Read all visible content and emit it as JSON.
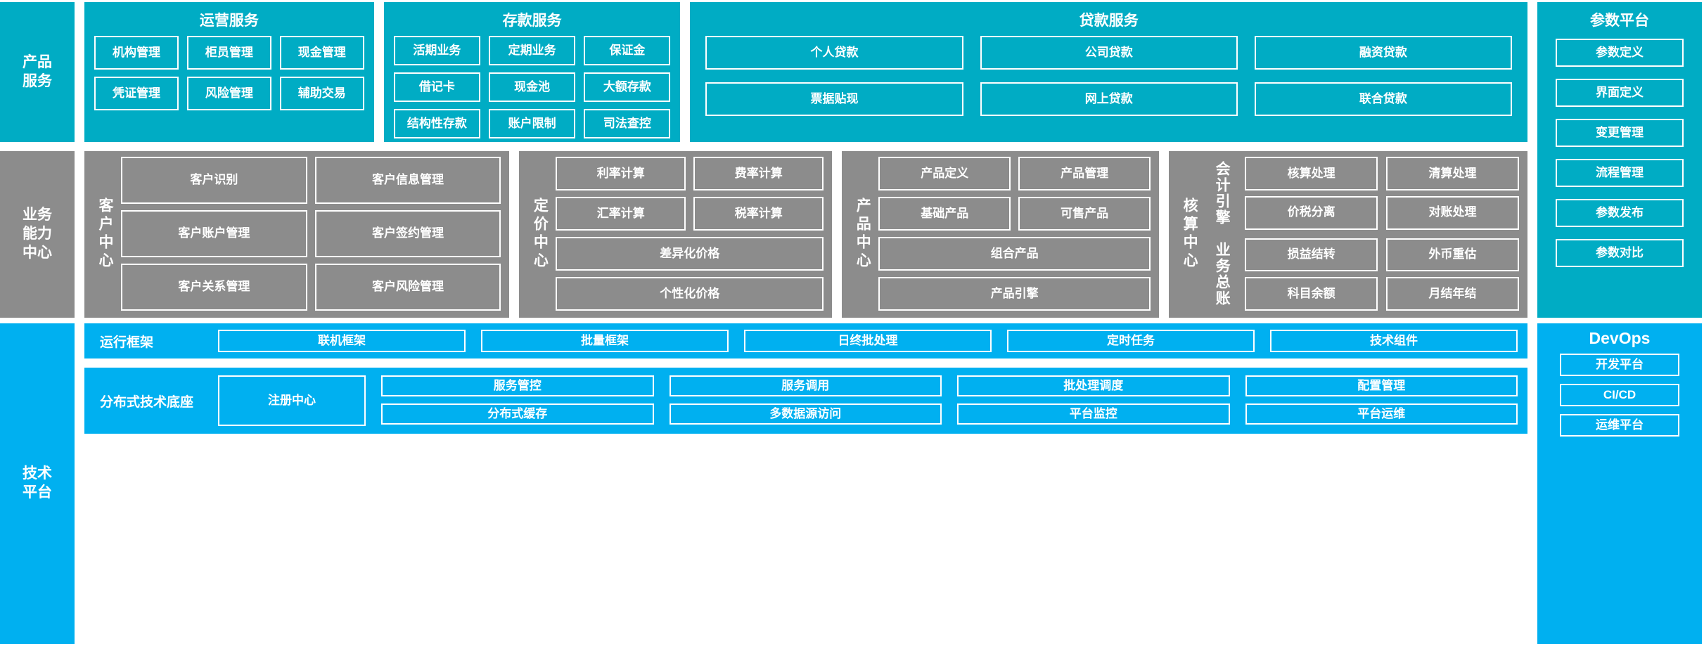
{
  "colors": {
    "product_services": "#00ACC4",
    "capability_center": "#8C8C8C",
    "tech_platform": "#00B0F0",
    "cell_border": "#FFFFFF",
    "text": "#FFFFFF"
  },
  "bands": {
    "product_services": {
      "label": "产品\n服务",
      "panels": [
        {
          "title": "运营服务",
          "cells": [
            "机构管理",
            "柜员管理",
            "现金管理",
            "凭证管理",
            "风险管理",
            "辅助交易"
          ]
        },
        {
          "title": "存款服务",
          "cells": [
            "活期业务",
            "定期业务",
            "保证金",
            "借记卡",
            "现金池",
            "大额存款",
            "结构性存款",
            "账户限制",
            "司法查控"
          ]
        },
        {
          "title": "贷款服务",
          "cells": [
            "个人贷款",
            "公司贷款",
            "融资贷款",
            "票据贴现",
            "网上贷款",
            "联合贷款"
          ]
        }
      ]
    },
    "capability_center": {
      "label": "业务\n能力\n中心",
      "centers": [
        {
          "name": "客户中心",
          "cells": [
            "客户识别",
            "客户信息管理",
            "客户账户管理",
            "客户签约管理",
            "客户关系管理",
            "客户风险管理"
          ]
        },
        {
          "name": "定价中心",
          "cells": [
            "利率计算",
            "费率计算",
            "汇率计算",
            "税率计算"
          ],
          "wide_cells": [
            "差异化价格",
            "个性化价格"
          ]
        },
        {
          "name": "产品中心",
          "cells": [
            "产品定义",
            "产品管理",
            "基础产品",
            "可售产品"
          ],
          "wide_cells": [
            "组合产品",
            "产品引擎"
          ]
        },
        {
          "name": "核算中心",
          "subgroups": [
            {
              "name": "会计引擎",
              "cells": [
                "核算处理",
                "清算处理",
                "价税分离",
                "对账处理"
              ]
            },
            {
              "name": "业务总账",
              "cells": [
                "损益结转",
                "外币重估",
                "科目余额",
                "月结年结"
              ]
            }
          ]
        }
      ]
    },
    "tech_platform": {
      "label": "技术\n平台",
      "rows": [
        {
          "label": "运行框架",
          "cells": [
            "联机框架",
            "批量框架",
            "日终批处理",
            "定时任务",
            "技术组件"
          ]
        },
        {
          "label": "分布式技术底座",
          "tall_cell": "注册中心",
          "cells": [
            "服务管控",
            "服务调用",
            "批处理调度",
            "配置管理",
            "分布式缓存",
            "多数据源访问",
            "平台监控",
            "平台运维"
          ]
        }
      ]
    }
  },
  "right_column": {
    "params_platform": {
      "title": "参数平台",
      "cells": [
        "参数定义",
        "界面定义",
        "变更管理",
        "流程管理",
        "参数发布",
        "参数对比"
      ]
    },
    "devops": {
      "title": "DevOps",
      "cells": [
        "开发平台",
        "CI/CD",
        "运维平台"
      ]
    }
  }
}
